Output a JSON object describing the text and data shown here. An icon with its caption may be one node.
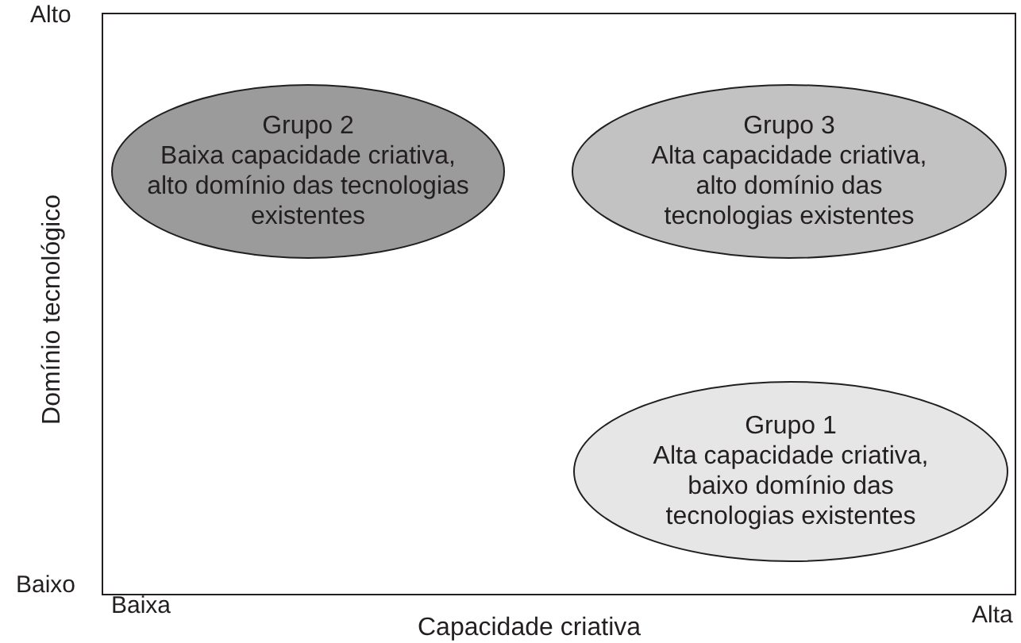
{
  "diagram": {
    "nodes": [
      {
        "text": [
          "Grupo 2",
          "Baixa capacidade criativa, alto domínio das tecnologias existentes"
        ]
      },
      {
        "text": [
          "Grupo 3",
          "Alta capacidade criativa, alto domínio das tecnologias existentes"
        ]
      },
      {
        "text": [
          "Grupo 1",
          "Alta capacidade criativa, baixo domínio das tecnologias existentes"
        ]
      }
    ],
    "labels": [
      "Alto",
      "Domínio tecnológico",
      "Baixo",
      "Baixa",
      "Alta",
      "Capacidade criativa"
    ]
  }
}
